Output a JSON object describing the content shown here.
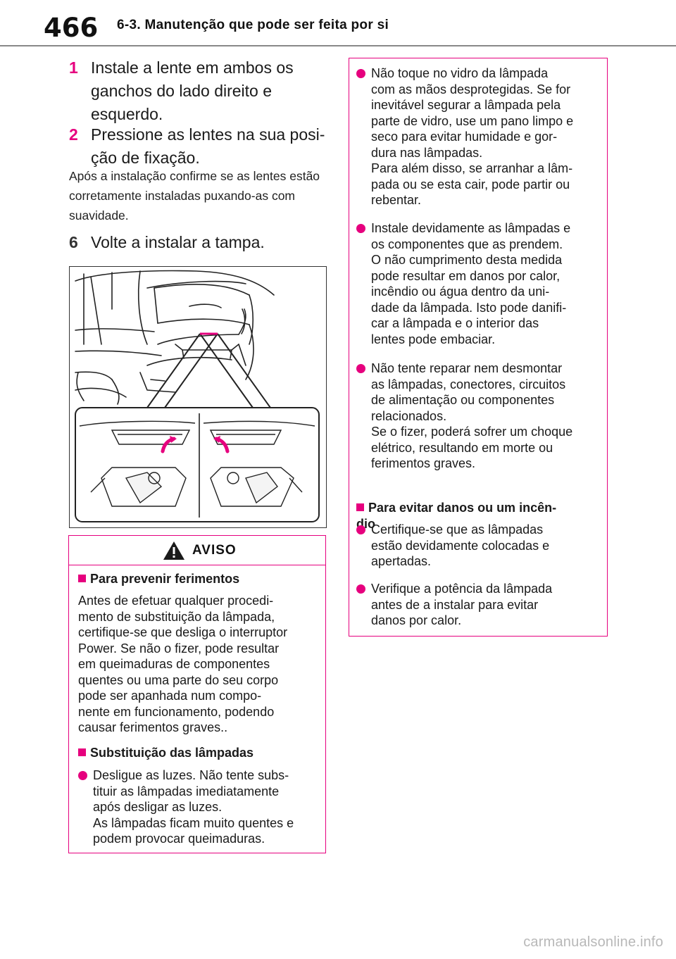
{
  "header": {
    "page_number": "466",
    "section_title": "6-3. Manutenção que pode ser feita por si"
  },
  "steps": [
    {
      "number": "1",
      "text": "Instale a lente em ambos os ganchos do lado direito e esquerdo."
    },
    {
      "number": "2",
      "text": "Pressione as lentes na sua posi-ção de fixação."
    }
  ],
  "note": "Após a instalação confirme se as lentes estão corretamente instaladas puxando-as com suavidade.",
  "step6": {
    "number": "6",
    "text": "Volte a instalar a tampa."
  },
  "warning_box": {
    "title": "AVISO",
    "section1_heading": "Para prevenir ferimentos",
    "section1_text": "Antes de efetuar qualquer procedi-\nmento de substituição da lâmpada,\ncertifique-se que desliga o interruptor\nPower. Se não o fizer, pode resultar\nem queimaduras de componentes\nquentes ou uma parte do seu corpo\npode ser apanhada num compo-\nnente em funcionamento, podendo\ncausar ferimentos graves..",
    "section2_heading": "Substituição das lâmpadas",
    "section2_bullets": [
      "Desligue as luzes. Não tente subs-\ntituir as lâmpadas imediatamente\napós desligar as luzes.\nAs lâmpadas ficam muito quentes e\npodem provocar queimaduras."
    ]
  },
  "right_box": {
    "bullets_a": [
      "Não toque no vidro da lâmpada\ncom as mãos desprotegidas. Se for\ninevitável segurar a lâmpada pela\nparte de vidro, use um pano limpo e\nseco para evitar humidade e gor-\ndura nas lâmpadas.\nPara além disso, se arranhar a lâm-\npada ou se esta cair, pode partir ou\nrebentar.",
      "Instale devidamente as lâmpadas e\nos componentes que as prendem.\nO não cumprimento desta medida\npode resultar em danos por calor,\nincêndio ou água dentro da uni-\ndade da lâmpada. Isto pode danifi-\ncar a lâmpada e o interior das\nlentes pode embaciar.",
      "Não tente reparar nem desmontar\nas lâmpadas, conectores, circuitos\nde alimentação ou componentes\nrelacionados.\nSe o fizer, poderá sofrer um choque\nelétrico, resultando em morte ou\nferimentos graves."
    ],
    "heading": "Para evitar danos ou um incên-\ndio",
    "bullets_b": [
      "Certifique-se que as lâmpadas\nestão devidamente colocadas e\napertadas.",
      "Verifique a potência da lâmpada\nantes de a instalar para evitar\ndanos por calor."
    ]
  },
  "watermark": "carmanualsonline.info",
  "colors": {
    "accent": "#e6007e",
    "text": "#1a1a1a",
    "rule": "#888888"
  }
}
